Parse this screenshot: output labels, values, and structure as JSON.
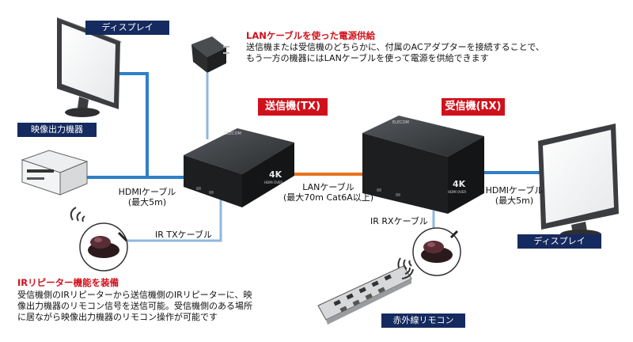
{
  "labels": {
    "display_top": "ディスプレイ",
    "display_bottom": "ディスプレイ",
    "video_device": "映像出力機器",
    "transmitter": "送信機(TX)",
    "receiver": "受信機(RX)",
    "remote": "赤外線リモコン"
  },
  "cables": {
    "hdmi_left_l1": "HDMIケーブル",
    "hdmi_left_l2": "(最大5m)",
    "lan_l1": "LANケーブル",
    "lan_l2": "(最大70m Cat6A以上)",
    "hdmi_right_l1": "HDMIケーブル",
    "hdmi_right_l2": "(最大5m)",
    "ir_tx": "IR TXケーブル",
    "ir_rx": "IR RXケーブル"
  },
  "device_marks": {
    "brand": "ELECOM",
    "badge_main": "4K",
    "badge_sub": "HDMI OVER"
  },
  "power_note": {
    "title": "LANケーブルを使った電源供給",
    "line1": "送信機または受信機のどちらかに、付属のACアダプターを接続することで、",
    "line2": "もう一方の機器にはLANケーブルを使って電源を供給できます"
  },
  "ir_note": {
    "title": "IRリピーター機能を装備",
    "line1": "受信機側のIRリピーターから送信機側のIRリピーターに、映",
    "line2": "像出力機器のリモコン信号を送信可能。受信機側のある場所",
    "line3": "に居ながら映像出力機器のリモコン操作が可能です"
  },
  "colors": {
    "hdmi_cable": "#2f7fc8",
    "lan_cable": "#e8731e",
    "ir_cable": "#8fb7dc",
    "accent_red": "#d0111b",
    "label_navy": "#152a5e"
  }
}
